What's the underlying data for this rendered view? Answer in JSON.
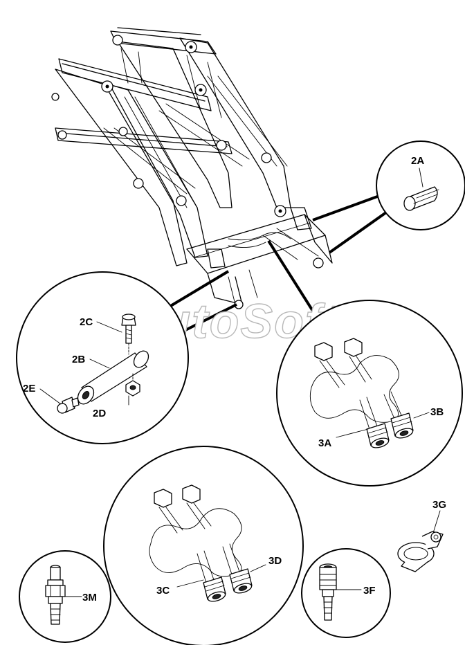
{
  "watermark": "AutoSoft",
  "labels": {
    "2A": "2A",
    "2B": "2B",
    "2C": "2C",
    "2D": "2D",
    "2E": "2E",
    "3A": "3A",
    "3B": "3B",
    "3C": "3C",
    "3D": "3D",
    "3F": "3F",
    "3G": "3G",
    "3M": "3M"
  }
}
